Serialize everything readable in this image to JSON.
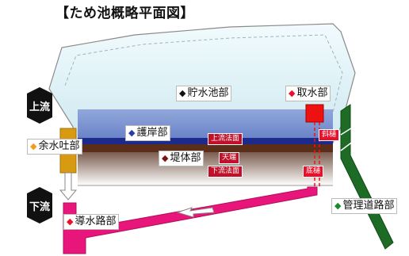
{
  "title": "【ため池概略平面図】",
  "flow": {
    "upstream": "上流",
    "downstream": "下流"
  },
  "parts": {
    "storage": {
      "label": "貯水池部",
      "marker": "◆",
      "color": "#111111"
    },
    "intake": {
      "label": "取水部",
      "marker": "◆",
      "color": "#e8102a"
    },
    "revetment": {
      "label": "護岸部",
      "marker": "◆",
      "color": "#2a3aa8"
    },
    "spillway": {
      "label": "余水吐部",
      "marker": "◆",
      "color": "#f59a1a"
    },
    "embankment": {
      "label": "堤体部",
      "marker": "◆",
      "color": "#7a1410"
    },
    "channel": {
      "label": "導水路部",
      "marker": "◆",
      "color": "#e8102a"
    },
    "road": {
      "label": "管理道路部",
      "marker": "◆",
      "color": "#1a8a2a"
    }
  },
  "tags": {
    "upstream_slope": "上流法面",
    "crest": "天端",
    "downstream_slope": "下流法面",
    "inclined_pipe": "斜樋",
    "bottom_pipe": "底樋"
  }
}
